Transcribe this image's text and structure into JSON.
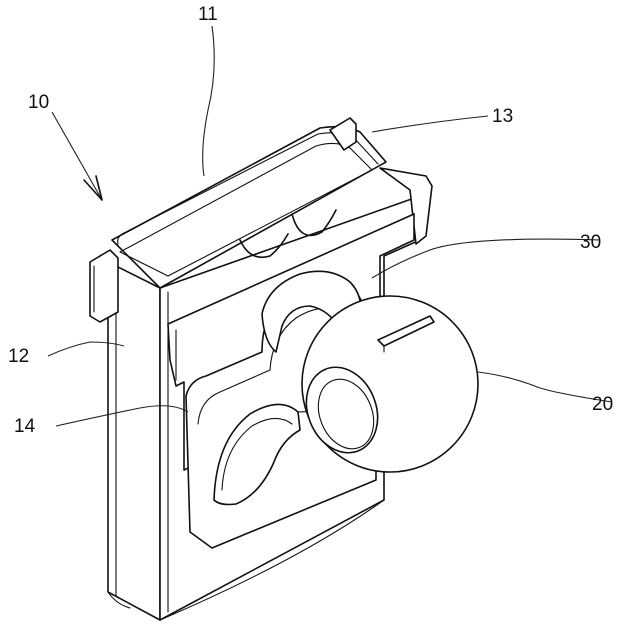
{
  "figure": {
    "labels": {
      "assembly": "10",
      "top": "11",
      "body": "12",
      "tab": "13",
      "channel": "14",
      "ball": "20",
      "socket": "30"
    }
  }
}
